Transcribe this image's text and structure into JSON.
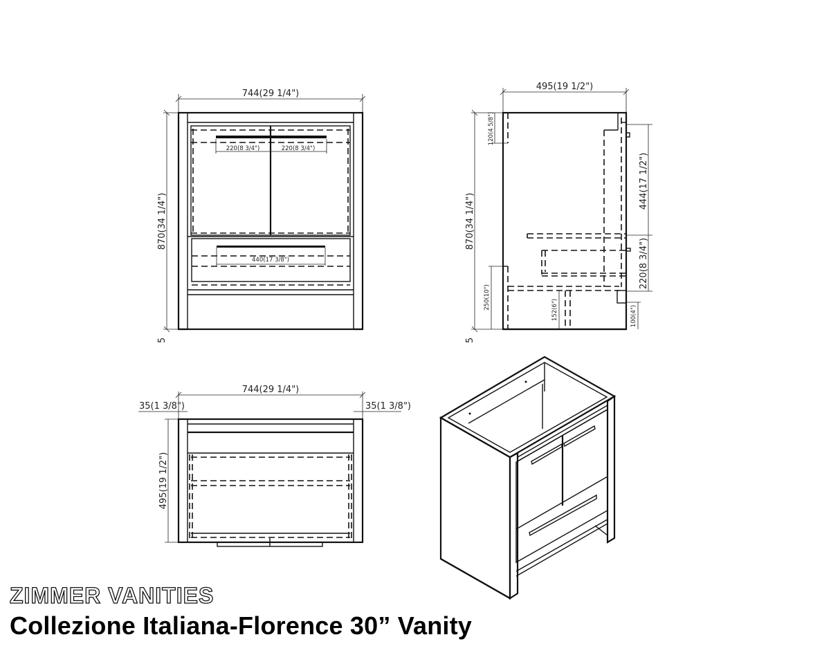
{
  "brand": "ZIMMER VANITIES",
  "title": "Collezione Italiana-Florence 30” Vanity",
  "views": {
    "front": {
      "width_label": "744(29 1/4\")",
      "height_label": "870(34 1/4\")",
      "door_handle_left": "220(8 3/4\")",
      "door_handle_right": "220(8 3/4\")",
      "drawer_handle": "440(17 3/8\")",
      "toe_label": "5"
    },
    "side": {
      "depth_label": "495(19 1/2\")",
      "height_label": "870(34 1/4\")",
      "top_rail_label": "120(4 5/8\")",
      "door_height_label": "444(17 1/2\")",
      "drawer_height_label": "220(8 3/4\")",
      "base_label": "250(10\")",
      "leg_label": "152(6\")",
      "kick_label": "100(4\")",
      "toe_label": "5"
    },
    "top": {
      "width_label": "744(29 1/4\")",
      "left_panel_label": "35(1 3/8\")",
      "right_panel_label": "35(1 3/8\")",
      "depth_label": "495(19 1/2\")"
    },
    "isometric": {
      "description": "3D view of vanity with two doors and one drawer"
    }
  }
}
